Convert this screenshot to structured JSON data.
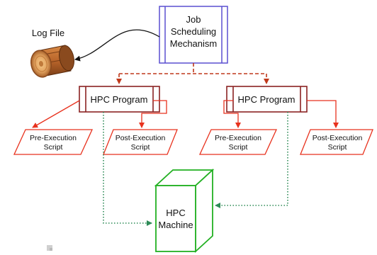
{
  "log_file": {
    "label": "Log File"
  },
  "scheduler": {
    "line1": "Job",
    "line2": "Scheduling",
    "line3": "Mechanism"
  },
  "programs": [
    {
      "label": "HPC Program",
      "pre_line1": "Pre-Execution",
      "pre_line2": "Script",
      "post_line1": "Post-Execution",
      "post_line2": "Script"
    },
    {
      "label": "HPC Program",
      "pre_line1": "Pre-Execution",
      "pre_line2": "Script",
      "post_line1": "Post-Execution",
      "post_line2": "Script"
    }
  ],
  "machine": {
    "line1": "HPC",
    "line2": "Machine"
  },
  "colors": {
    "scheduler_border": "#5a4fd0",
    "program_border": "#8b2222",
    "script_border": "#e8321e",
    "dashed_connector": "#c0391b",
    "dotted_connector": "#2e8b57",
    "machine_border": "#22b022",
    "log_wood": "#b8642a"
  }
}
